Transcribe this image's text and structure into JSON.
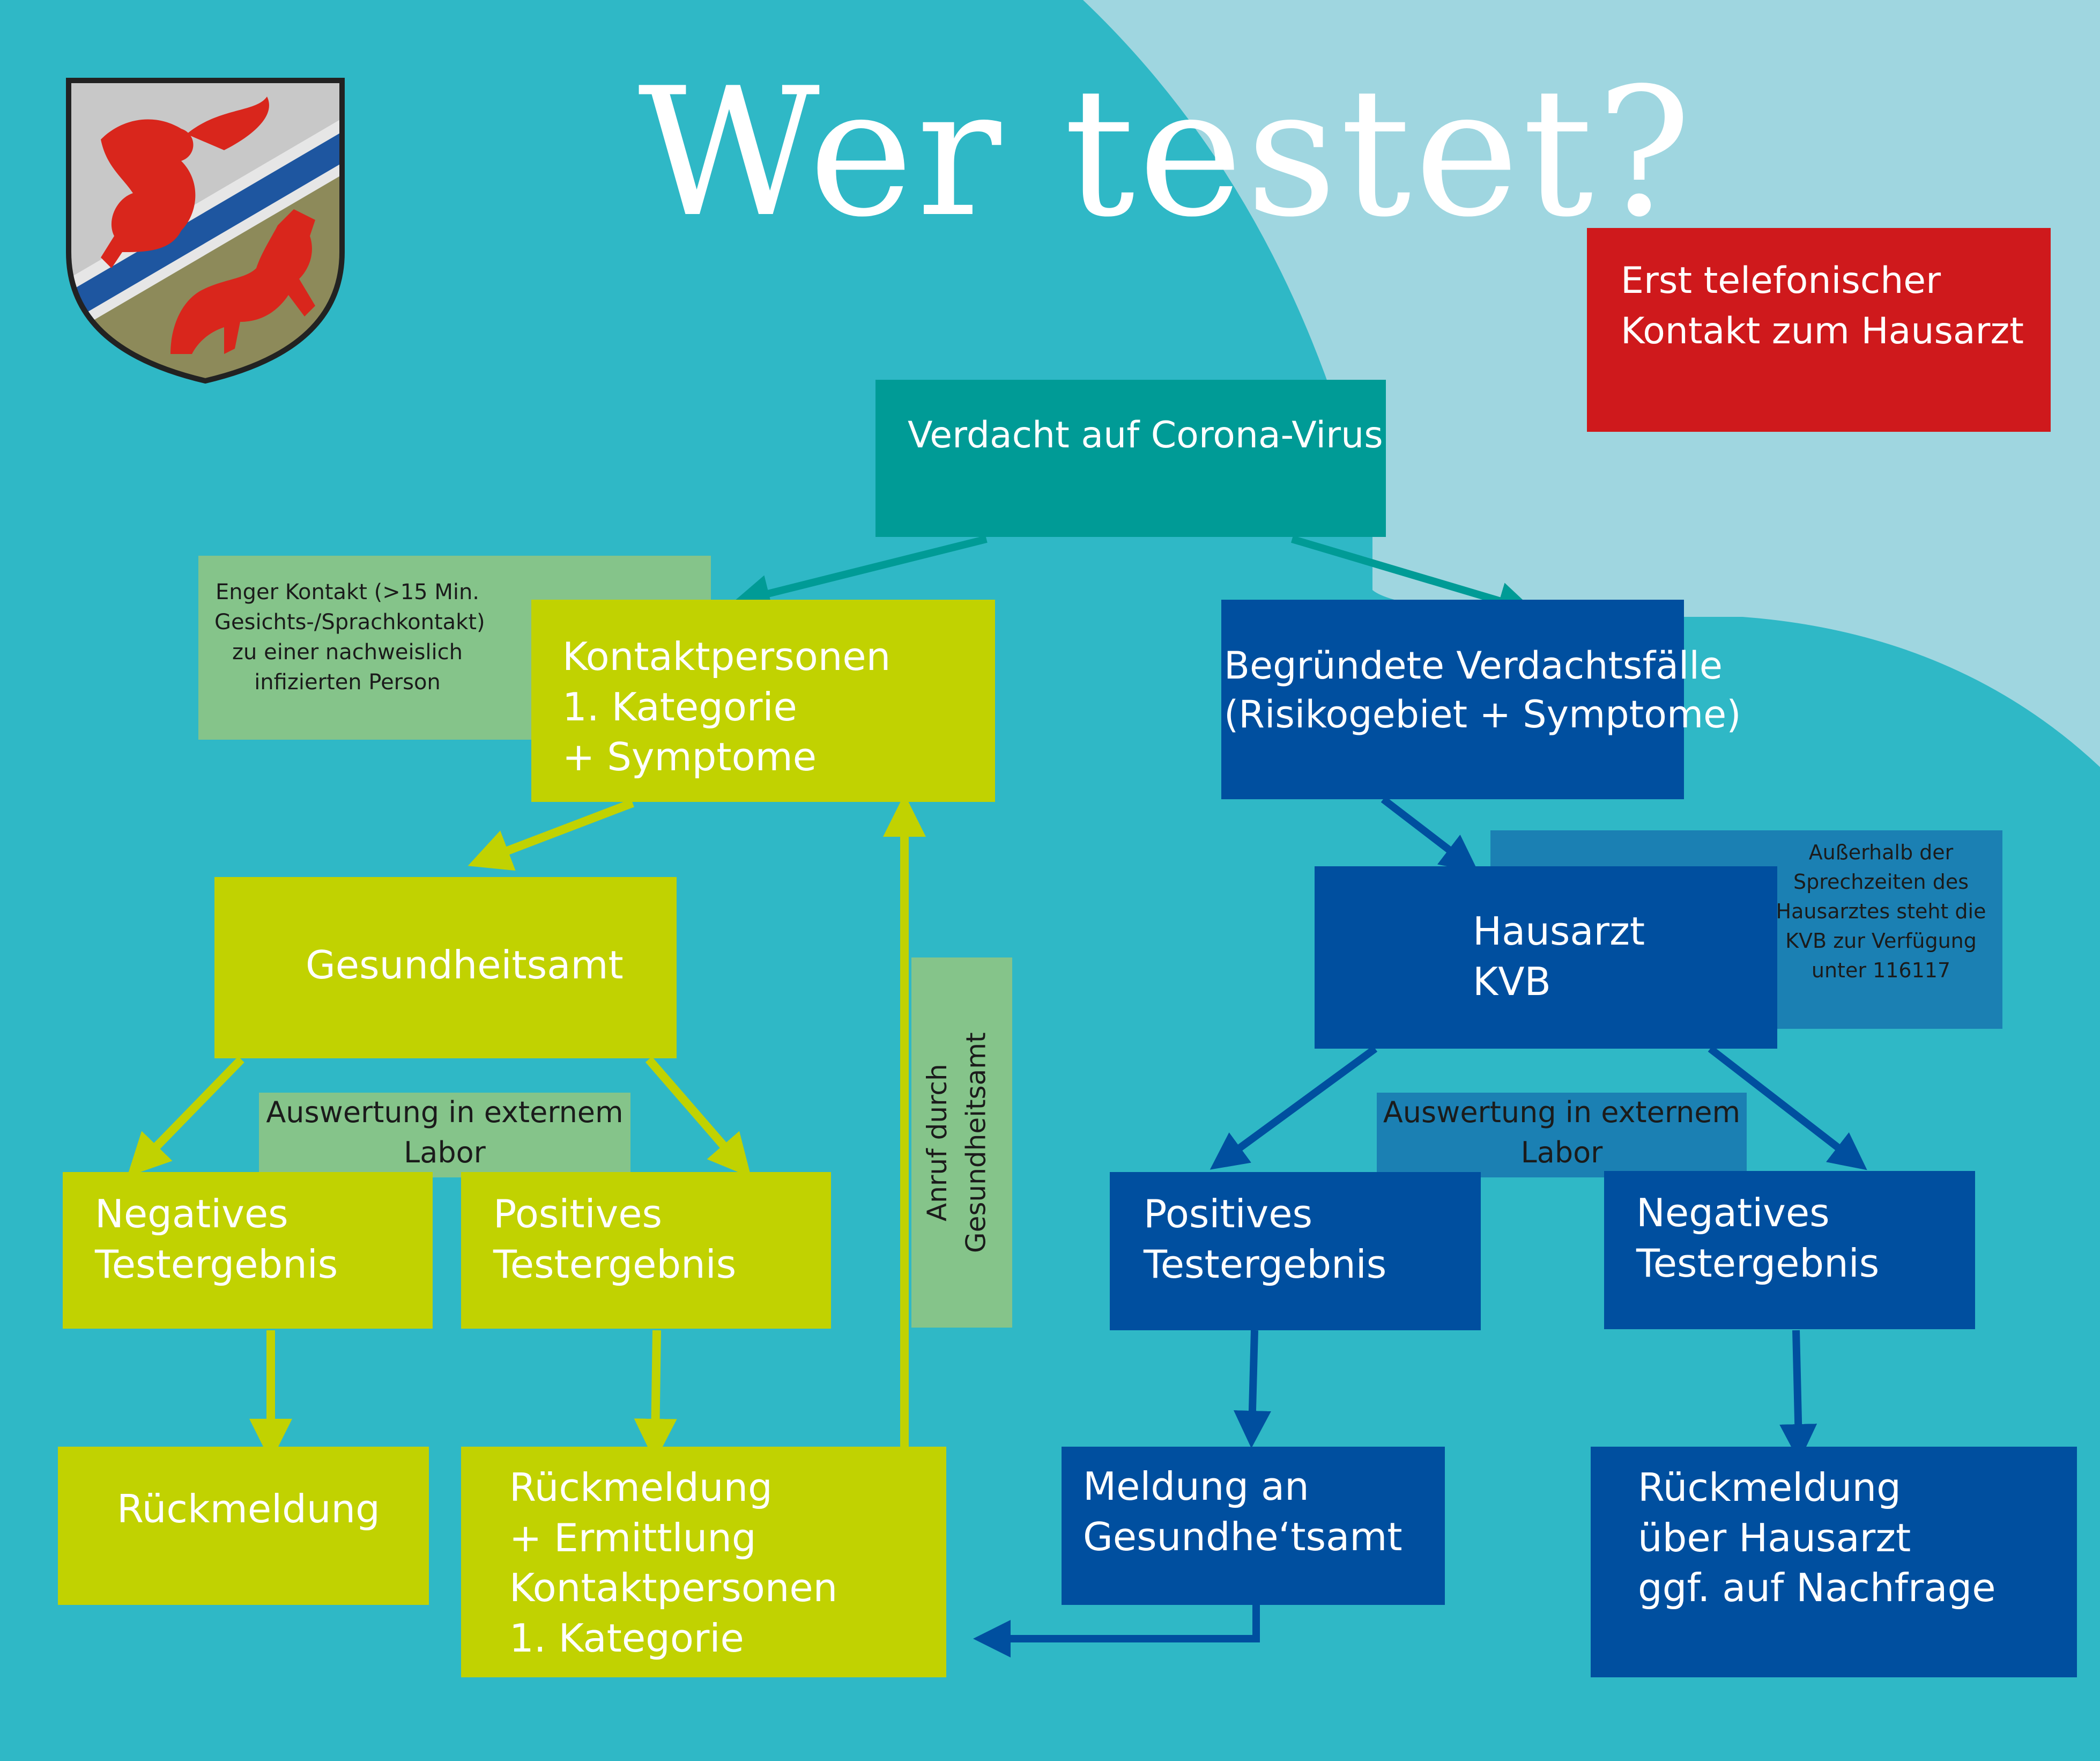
{
  "title": "Wer testet?",
  "colors": {
    "background": "#2fb8c6",
    "background_light": "#9fd6e0",
    "lime": "#c1d201",
    "dark_blue": "#004f9f",
    "teal": "#009b96",
    "red": "#cf191c",
    "sage": "#85c48a",
    "mid_blue": "#1b80b3"
  },
  "crest": {
    "icon": "coat-of-arms-icon"
  },
  "notice": {
    "lines": [
      "Erst telefonischer",
      "Kontakt zum Hausarzt"
    ]
  },
  "root": {
    "text": "Verdacht auf Corona-Virus"
  },
  "left": {
    "note": {
      "lines": [
        "Enger Kontakt (>15 Min.",
        "Gesichts-/Sprachkontakt)",
        "zu einer nachweislich",
        "infizierten Person"
      ]
    },
    "contacts": {
      "lines": [
        "Kontaktpersonen",
        "1. Kategorie",
        "+ Symptome"
      ]
    },
    "health_office": {
      "text": "Gesundheitsamt"
    },
    "lab_note": {
      "lines": [
        "Auswertung in externem",
        "Labor"
      ]
    },
    "call_note": {
      "lines": [
        "Anruf durch",
        "Gesundheitsamt"
      ]
    },
    "negative": {
      "lines": [
        "Negatives",
        "Testergebnis"
      ]
    },
    "positive": {
      "lines": [
        "Positives",
        "Testergebnis"
      ]
    },
    "feedback": {
      "text": "Rückmeldung"
    },
    "feedback_contacts": {
      "lines": [
        "Rückmeldung",
        "+ Ermittlung",
        "Kontaktpersonen",
        "1. Kategorie"
      ]
    }
  },
  "right": {
    "suspected": {
      "lines": [
        "Begründete Verdachtsfälle",
        "(Risikogebiet + Symptome)"
      ]
    },
    "after_hours_note": {
      "lines": [
        "Außerhalb der",
        "Sprechzeiten des",
        "Hausarztes steht die",
        "KVB zur Verfügung",
        "unter 116117"
      ]
    },
    "doctor": {
      "lines": [
        "Hausarzt",
        "KVB"
      ]
    },
    "lab_note": {
      "lines": [
        "Auswertung in externem",
        "Labor"
      ]
    },
    "positive": {
      "lines": [
        "Positives",
        "Testergebnis"
      ]
    },
    "negative": {
      "lines": [
        "Negatives",
        "Testergebnis"
      ]
    },
    "report": {
      "lines": [
        "Meldung an",
        "Gesundhe‘tsamt"
      ]
    },
    "feedback": {
      "lines": [
        "Rückmeldung",
        "über Hausarzt",
        "ggf. auf Nachfrage"
      ]
    }
  }
}
